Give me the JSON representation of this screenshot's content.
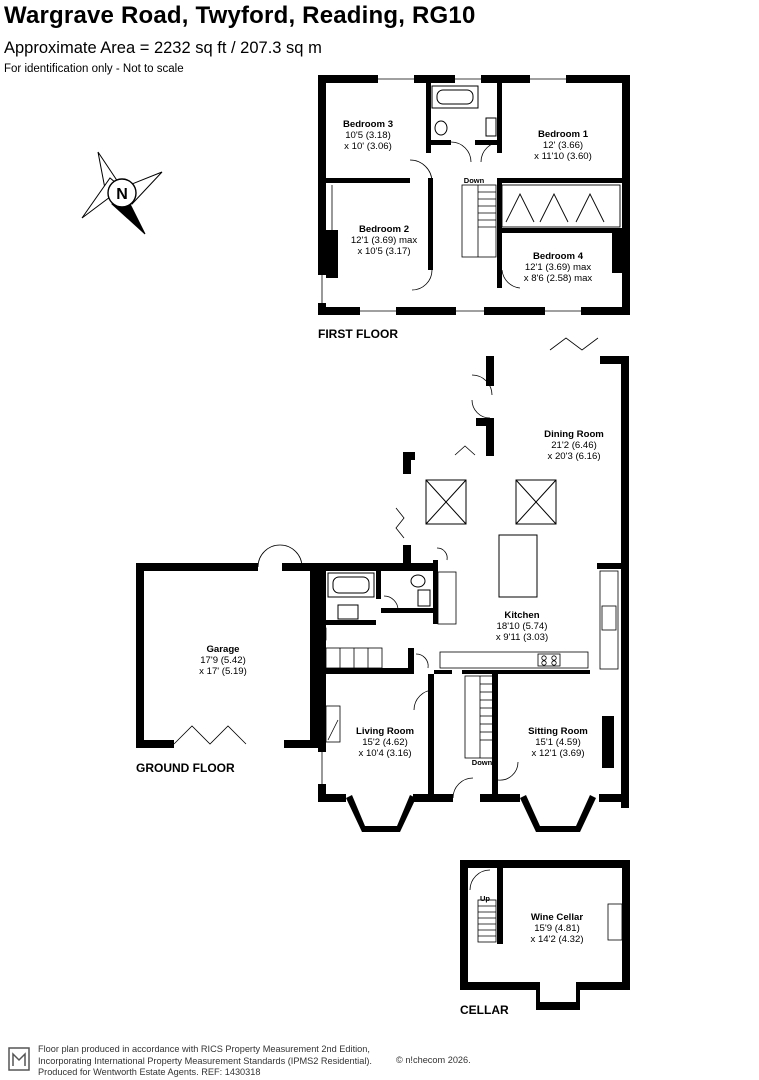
{
  "header": {
    "title": "Wargrave Road, Twyford, Reading, RG10",
    "area": "Approximate Area = 2232 sq ft / 207.3 sq m",
    "note": "For identification only - Not to scale"
  },
  "compass": {
    "icon": "north-compass-icon",
    "letter": "N"
  },
  "floors": {
    "first": "FIRST FLOOR",
    "ground": "GROUND FLOOR",
    "cellar": "CELLAR"
  },
  "rooms": {
    "bedroom3": {
      "name": "Bedroom 3",
      "dim1": "10'5 (3.18)",
      "dim2": "x 10' (3.06)"
    },
    "bedroom1": {
      "name": "Bedroom 1",
      "dim1": "12' (3.66)",
      "dim2": "x 11'10 (3.60)"
    },
    "bedroom2": {
      "name": "Bedroom 2",
      "dim1": "12'1 (3.69) max",
      "dim2": "x 10'5 (3.17)"
    },
    "bedroom4": {
      "name": "Bedroom 4",
      "dim1": "12'1 (3.69) max",
      "dim2": "x 8'6 (2.58) max"
    },
    "dining": {
      "name": "Dining Room",
      "dim1": "21'2 (6.46)",
      "dim2": "x 20'3 (6.16)"
    },
    "kitchen": {
      "name": "Kitchen",
      "dim1": "18'10 (5.74)",
      "dim2": "x 9'11 (3.03)"
    },
    "garage": {
      "name": "Garage",
      "dim1": "17'9 (5.42)",
      "dim2": "x 17' (5.19)"
    },
    "living": {
      "name": "Living Room",
      "dim1": "15'2 (4.62)",
      "dim2": "x 10'4 (3.16)"
    },
    "sitting": {
      "name": "Sitting Room",
      "dim1": "15'1 (4.59)",
      "dim2": "x 12'1 (3.69)"
    },
    "cellar": {
      "name": "Wine Cellar",
      "dim1": "15'9 (4.81)",
      "dim2": "x 14'2 (4.32)"
    }
  },
  "stairs": {
    "down_first": "Down",
    "down_ground": "Down",
    "up_cellar": "Up"
  },
  "footer": {
    "line1": "Floor plan produced in accordance with RICS Property Measurement 2nd Edition,",
    "line2": "Incorporating International Property Measurement Standards (IPMS2 Residential).",
    "line3": "Produced for Wentworth Estate Agents.   REF: 1430318",
    "copyright": "© n!checom 2026.",
    "logo_icon": "nichecom-logo-icon"
  },
  "colors": {
    "wall": "#000000",
    "paper": "#ffffff",
    "footer_text": "#333333"
  }
}
